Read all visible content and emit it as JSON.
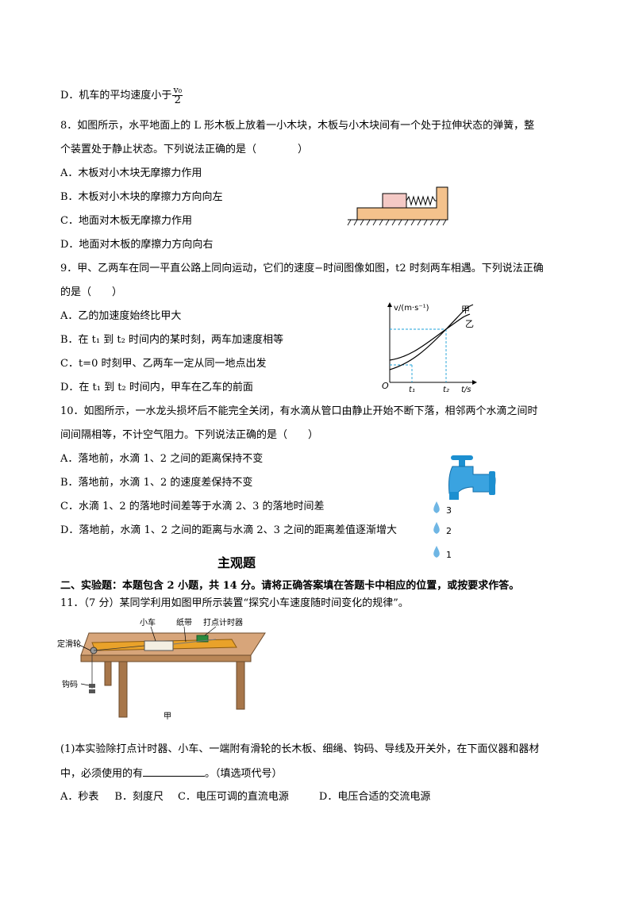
{
  "q7_d": {
    "text": "D．机车的平均速度小于",
    "num": "v₀",
    "den": "2"
  },
  "q8": {
    "stem1": "8．如图所示，水平地面上的 L 形木板上放着一小木块，木板与小木块间有一个处于拉伸状态的弹簧，整",
    "stem2": "个装置处于静止状态。下列说法正确的是（　　　　）",
    "A": "A．木板对小木块无摩擦力作用",
    "B": "B．木板对小木块的摩擦力方向向左",
    "C": "C．地面对木板无摩擦力作用",
    "D": "D．地面对木板的摩擦力方向向右"
  },
  "q9": {
    "stem1": "9．甲、乙两车在同一平直公路上同向运动，它们的速度−时间图像如图，t2 时刻两车相遇。下列说法正确",
    "stem2": "的是（　　）",
    "A": "A．乙的加速度始终比甲大",
    "B": "B．在 t₁ 到 t₂ 时间内的某时刻，两车加速度相等",
    "C": "C．t=0 时刻甲、乙两车一定从同一地点出发",
    "D": "D．在 t₁ 到 t₂ 时间内，甲车在乙车的前面",
    "graph": {
      "ylabel": "v/(m·s⁻¹)",
      "xlabel": "t/s",
      "origin": "O",
      "t1": "t₁",
      "t2": "t₂",
      "jia": "甲",
      "yi": "乙"
    }
  },
  "q10": {
    "stem1": "10．如图所示，一水龙头损坏后不能完全关闭，有水滴从管口由静止开始不断下落，相邻两个水滴之间时",
    "stem2": "间间隔相等，不计空气阻力。下列说法正确的是（　　）",
    "A": "A．落地前，水滴 1、2 之间的距离保持不变",
    "B": "B．落地前，水滴 1、2 的速度差保持不变",
    "C": "C．水滴 1、2 的落地时间差等于水滴 2、3 的落地时间差",
    "D": "D．落地前，水滴 1、2 之间的距离与水滴 2、3 之间的距离差值逐渐增大",
    "labels": [
      "3",
      "2",
      "1"
    ]
  },
  "section_title": "主观题",
  "section2": "二、实验题：本题包含 2 小题，共 14 分。请将正确答案填在答题卡中相应的位置，或按要求作答。",
  "q11": {
    "stem": "11．（7 分）某同学利用如图甲所示装置“探究小车速度随时间变化的规律”。",
    "fig_labels": {
      "car": "小车",
      "tape": "纸带",
      "timer": "打点计时器",
      "pulley": "定滑轮",
      "weight": "钩码",
      "caption": "甲"
    },
    "p1a": "(1)本实验除打点计时器、小车、一端附有滑轮的长木板、细绳、钩码、导线及开关外，在下面仪器和器材",
    "p1b_pre": "中，必须使用的有",
    "p1b_post": "。（填选项代号）",
    "options": [
      "A．秒表",
      "B．刻度尺",
      "C．电压可调的直流电源",
      "D．电压合适的交流电源"
    ]
  }
}
